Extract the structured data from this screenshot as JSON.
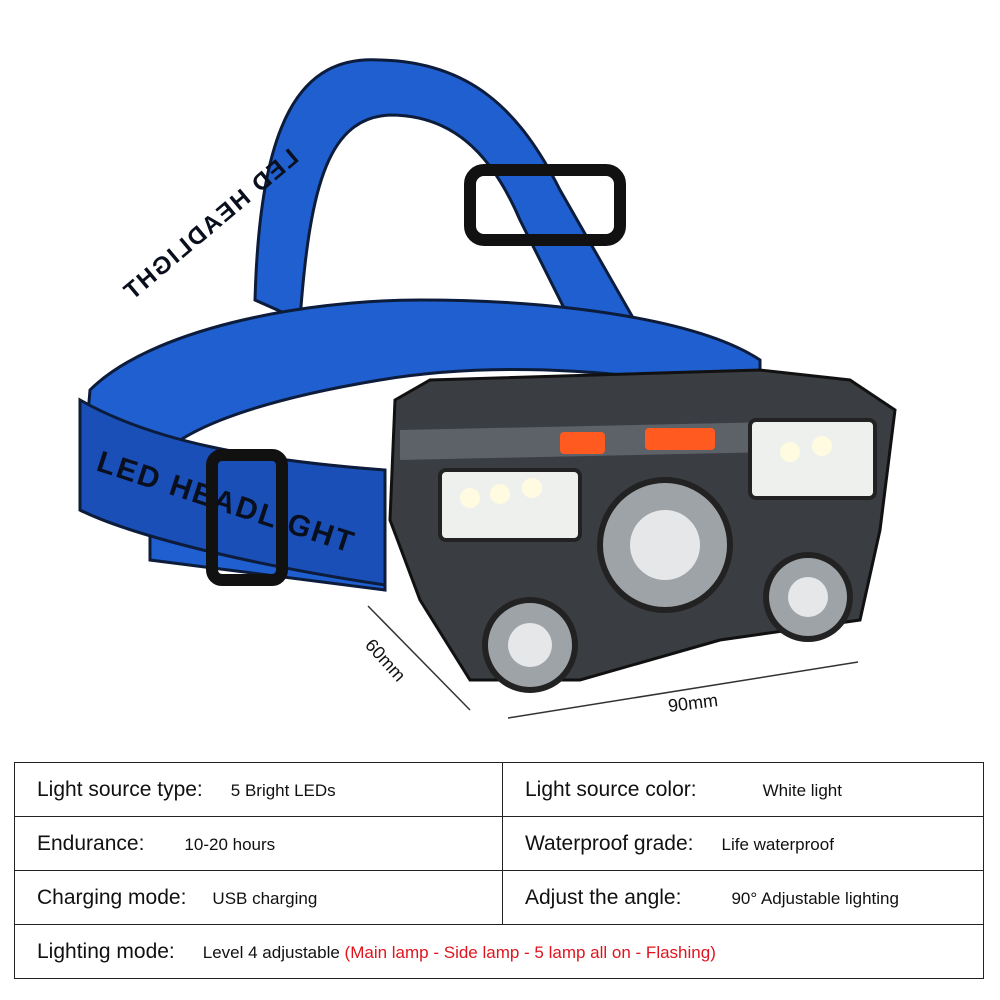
{
  "dimensions": {
    "width": "90mm",
    "depth": "60mm"
  },
  "colors": {
    "strap": "#1f5fd0",
    "body": "#3a3d42",
    "button": "#ff5a1f",
    "accent_red": "#e0141e"
  },
  "specs": [
    [
      {
        "label": "Light source type:",
        "value": "5 Bright LEDs"
      },
      {
        "label": "Light source color:",
        "value": "White light"
      }
    ],
    [
      {
        "label": "Endurance:",
        "value": "10-20 hours"
      },
      {
        "label": "Waterproof grade:",
        "value": "Life waterproof"
      }
    ],
    [
      {
        "label": "Charging mode:",
        "value": "USB charging"
      },
      {
        "label": "Adjust the angle:",
        "value": "90° Adjustable lighting"
      }
    ]
  ],
  "lighting": {
    "label": "Lighting mode:",
    "value": "Level 4 adjustable",
    "detail": "(Main lamp - Side lamp - 5 lamp all on - Flashing)"
  },
  "strap_print": "LED HEADLIGHT"
}
